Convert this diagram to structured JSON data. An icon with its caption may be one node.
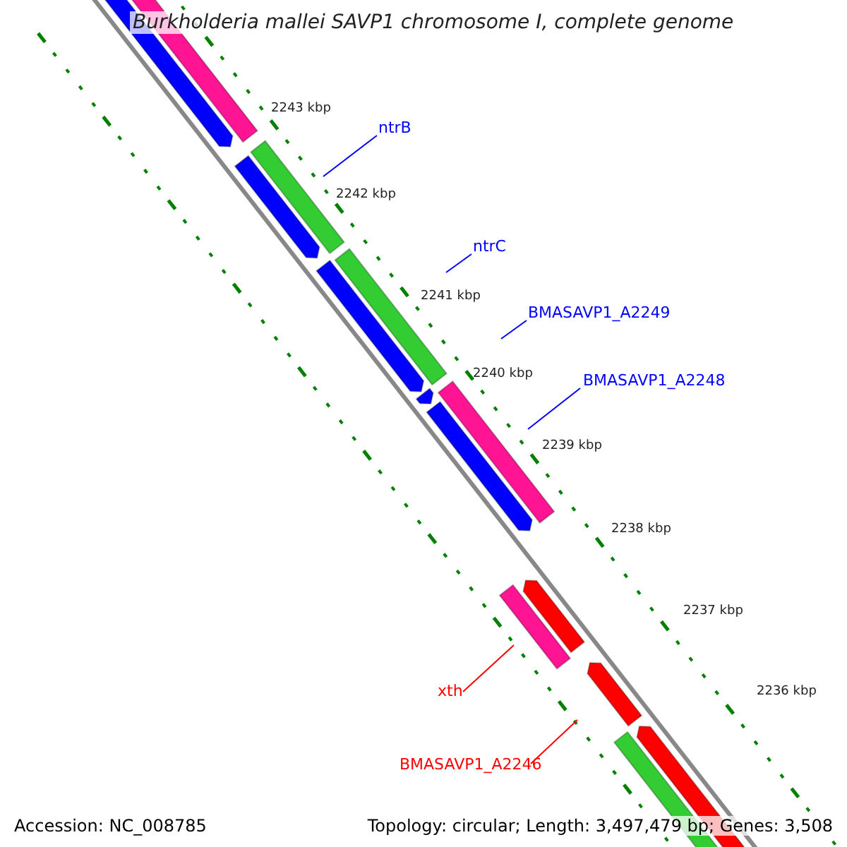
{
  "diagram": {
    "title": "Burkholderia mallei SAVP1 chromosome I, complete genome",
    "nodes": [
      {
        "text": [
          "ntrB"
        ]
      },
      {
        "text": [
          "ntrC"
        ]
      },
      {
        "text": [
          "BMASAVP1_A2249"
        ]
      },
      {
        "text": [
          "BMASAVP1_A2248"
        ]
      },
      {
        "text": [
          "xth"
        ]
      },
      {
        "text": [
          "BMASAVP1_A2246"
        ]
      }
    ],
    "edges": [
      {
        "from": 0,
        "to": null,
        "arrow": "none"
      },
      {
        "from": 1,
        "to": null,
        "arrow": "none"
      },
      {
        "from": 2,
        "to": null,
        "arrow": "none"
      },
      {
        "from": 3,
        "to": null,
        "arrow": "none"
      },
      {
        "from": 4,
        "to": null,
        "arrow": "none",
        "color": "#ff0000"
      },
      {
        "from": 5,
        "to": null,
        "arrow": "none",
        "color": "#ff0000"
      }
    ],
    "labels": [
      "2243 kbp",
      "2242 kbp",
      "2241 kbp",
      "2240 kbp",
      "2239 kbp",
      "2238 kbp",
      "2237 kbp",
      "2236 kbp",
      "Accession: NC_008785",
      "Topology: circular; Length: 3,497,479 bp; Genes: 3,508"
    ]
  }
}
